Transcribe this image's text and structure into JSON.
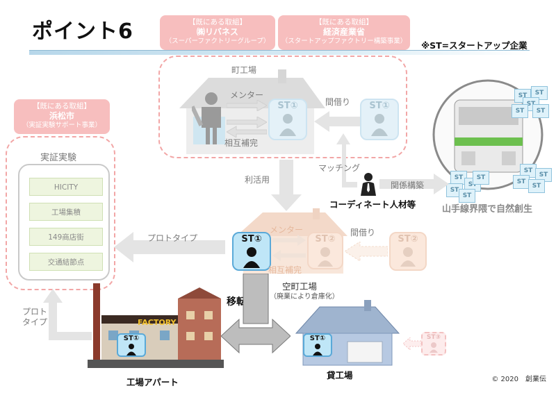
{
  "title": "ポイント6",
  "note": "※ST=スタートアップ企業",
  "existing_boxes": [
    {
      "tag": "【既にある取組】",
      "name": "㈱リバネス",
      "sub": "（スーパーファクトリーグループ）"
    },
    {
      "tag": "【既にある取組】",
      "name": "経済産業省",
      "sub": "（スタートアップファクトリー構築事業）"
    },
    {
      "tag": "【既にある取組】",
      "name": "浜松市",
      "sub": "（実証実験サポート事業）"
    }
  ],
  "machi_koba": {
    "label": "町工場",
    "mentor": "メンター",
    "mutual": "相互補完",
    "rent": "間借り",
    "st_main": "ST①",
    "st_rent": "ST①"
  },
  "matching": "マッチング",
  "coordinator": "コーディネート人材等",
  "relation": "関係構築",
  "yamanote": "山手線界隈で自然創生",
  "use": "利活用",
  "jissho": {
    "title": "実証実験",
    "items": [
      "HICITY",
      "工場集積",
      "149商店街",
      "交通結節点"
    ]
  },
  "prototype_right": "プロトタイプ",
  "prototype_left": "プロト\nタイプ",
  "aki_koba": {
    "mentor": "メンター",
    "mutual": "相互補完",
    "rent": "間借り",
    "st_main": "ST①",
    "st_sub": "ST②",
    "st_rent": "ST②",
    "label": "空町工場",
    "sublabel": "（廃業により倉庫化）"
  },
  "move": "移転",
  "factory": {
    "sign": "FACTORY",
    "st": "ST①",
    "label": "工場アパート"
  },
  "kashi": {
    "st": "ST①",
    "st_next": "ST③",
    "label": "貸工場"
  },
  "st_badge": "ST",
  "copyright": "© 2020　創業伝",
  "colors": {
    "pink": "#f6b3b3",
    "dashed": "#f2a6a6",
    "blue": "#5aa9d8",
    "arrow": "#dcdcdc"
  }
}
